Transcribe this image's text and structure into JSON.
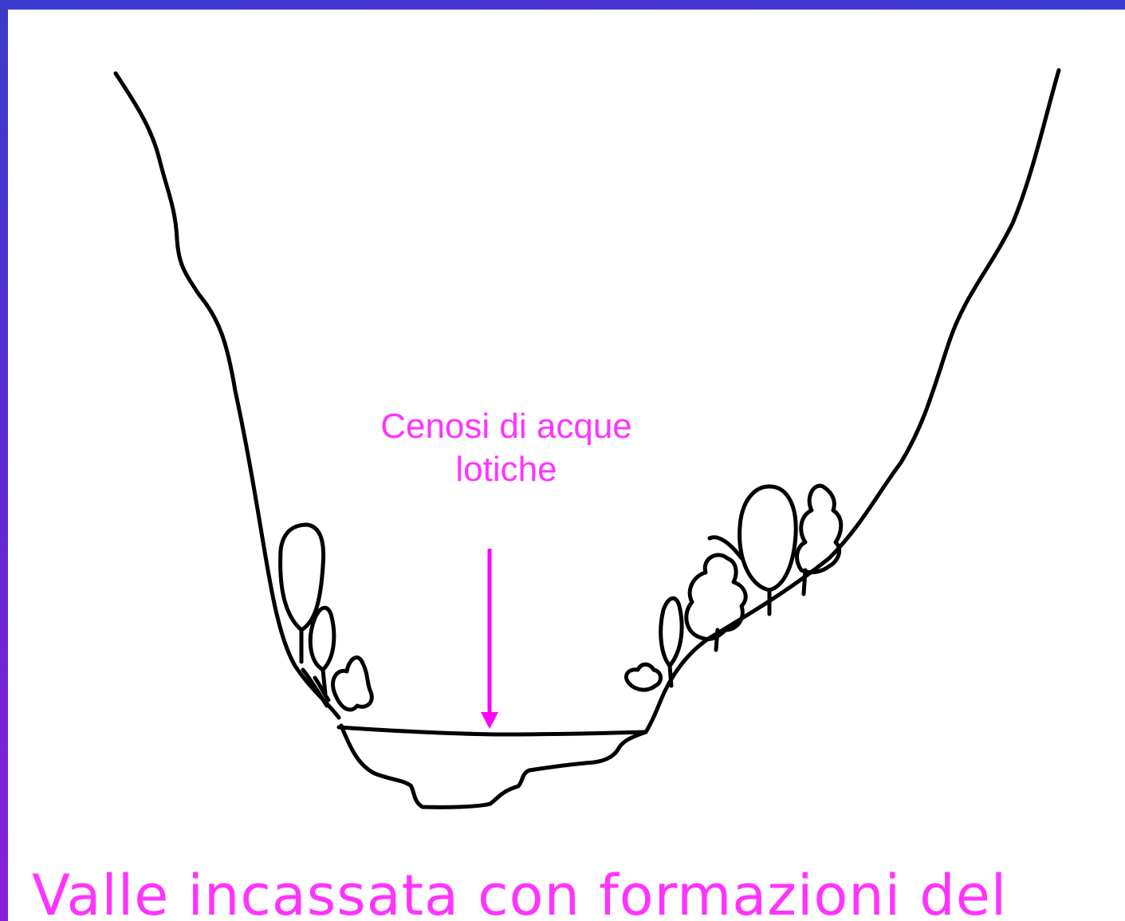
{
  "annotation": {
    "line1": "Cenosi di acque",
    "line2": "lotiche",
    "color": "#ff33ff"
  },
  "caption": {
    "text": "Valle incassata con formazioni del",
    "color": "#ff33ff"
  },
  "frame": {
    "accent_top": "#3a3ad0",
    "accent_bottom": "#8a1ed6"
  }
}
